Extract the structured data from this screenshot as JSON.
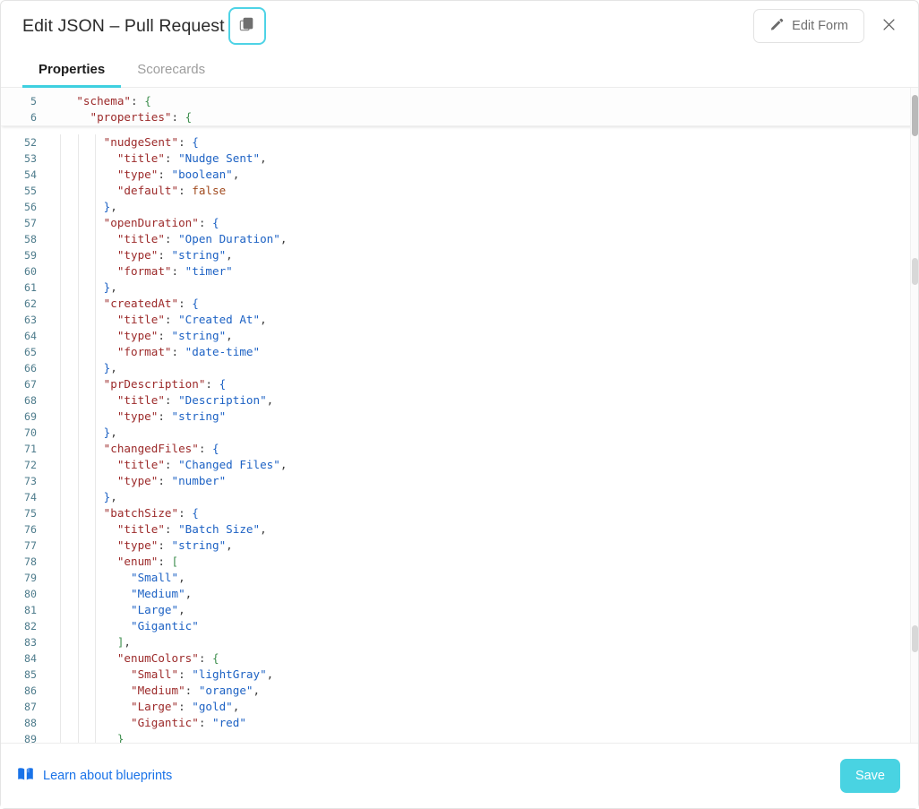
{
  "header": {
    "title": "Edit JSON – Pull Request",
    "copy_icon": "copy-icon",
    "edit_form_label": "Edit Form",
    "pencil_icon": "pencil-icon",
    "close_icon": "close-icon"
  },
  "tabs": [
    {
      "label": "Properties",
      "active": true
    },
    {
      "label": "Scorecards",
      "active": false
    }
  ],
  "editor": {
    "sticky_lines": [
      {
        "num": "5",
        "indent": 2,
        "tokens": [
          {
            "t": "\"schema\"",
            "c": "k"
          },
          {
            "t": ": ",
            "c": "p"
          },
          {
            "t": "{",
            "c": "gn"
          }
        ]
      },
      {
        "num": "6",
        "indent": 3,
        "tokens": [
          {
            "t": "\"properties\"",
            "c": "k"
          },
          {
            "t": ": ",
            "c": "p"
          },
          {
            "t": "{",
            "c": "gn"
          }
        ]
      }
    ],
    "lines": [
      {
        "num": "52",
        "indent": 4,
        "tokens": [
          {
            "t": "\"nudgeSent\"",
            "c": "k"
          },
          {
            "t": ": ",
            "c": "p"
          },
          {
            "t": "{",
            "c": "bl"
          }
        ]
      },
      {
        "num": "53",
        "indent": 5,
        "tokens": [
          {
            "t": "\"title\"",
            "c": "k"
          },
          {
            "t": ": ",
            "c": "p"
          },
          {
            "t": "\"Nudge Sent\"",
            "c": "s"
          },
          {
            "t": ",",
            "c": "p"
          }
        ]
      },
      {
        "num": "54",
        "indent": 5,
        "tokens": [
          {
            "t": "\"type\"",
            "c": "k"
          },
          {
            "t": ": ",
            "c": "p"
          },
          {
            "t": "\"boolean\"",
            "c": "s"
          },
          {
            "t": ",",
            "c": "p"
          }
        ]
      },
      {
        "num": "55",
        "indent": 5,
        "tokens": [
          {
            "t": "\"default\"",
            "c": "k"
          },
          {
            "t": ": ",
            "c": "p"
          },
          {
            "t": "false",
            "c": "lit"
          }
        ]
      },
      {
        "num": "56",
        "indent": 4,
        "tokens": [
          {
            "t": "}",
            "c": "bl"
          },
          {
            "t": ",",
            "c": "p"
          }
        ]
      },
      {
        "num": "57",
        "indent": 4,
        "tokens": [
          {
            "t": "\"openDuration\"",
            "c": "k"
          },
          {
            "t": ": ",
            "c": "p"
          },
          {
            "t": "{",
            "c": "bl"
          }
        ]
      },
      {
        "num": "58",
        "indent": 5,
        "tokens": [
          {
            "t": "\"title\"",
            "c": "k"
          },
          {
            "t": ": ",
            "c": "p"
          },
          {
            "t": "\"Open Duration\"",
            "c": "s"
          },
          {
            "t": ",",
            "c": "p"
          }
        ]
      },
      {
        "num": "59",
        "indent": 5,
        "tokens": [
          {
            "t": "\"type\"",
            "c": "k"
          },
          {
            "t": ": ",
            "c": "p"
          },
          {
            "t": "\"string\"",
            "c": "s"
          },
          {
            "t": ",",
            "c": "p"
          }
        ]
      },
      {
        "num": "60",
        "indent": 5,
        "tokens": [
          {
            "t": "\"format\"",
            "c": "k"
          },
          {
            "t": ": ",
            "c": "p"
          },
          {
            "t": "\"timer\"",
            "c": "s"
          }
        ]
      },
      {
        "num": "61",
        "indent": 4,
        "tokens": [
          {
            "t": "}",
            "c": "bl"
          },
          {
            "t": ",",
            "c": "p"
          }
        ]
      },
      {
        "num": "62",
        "indent": 4,
        "tokens": [
          {
            "t": "\"createdAt\"",
            "c": "k"
          },
          {
            "t": ": ",
            "c": "p"
          },
          {
            "t": "{",
            "c": "bl"
          }
        ]
      },
      {
        "num": "63",
        "indent": 5,
        "tokens": [
          {
            "t": "\"title\"",
            "c": "k"
          },
          {
            "t": ": ",
            "c": "p"
          },
          {
            "t": "\"Created At\"",
            "c": "s"
          },
          {
            "t": ",",
            "c": "p"
          }
        ]
      },
      {
        "num": "64",
        "indent": 5,
        "tokens": [
          {
            "t": "\"type\"",
            "c": "k"
          },
          {
            "t": ": ",
            "c": "p"
          },
          {
            "t": "\"string\"",
            "c": "s"
          },
          {
            "t": ",",
            "c": "p"
          }
        ]
      },
      {
        "num": "65",
        "indent": 5,
        "tokens": [
          {
            "t": "\"format\"",
            "c": "k"
          },
          {
            "t": ": ",
            "c": "p"
          },
          {
            "t": "\"date-time\"",
            "c": "s"
          }
        ]
      },
      {
        "num": "66",
        "indent": 4,
        "tokens": [
          {
            "t": "}",
            "c": "bl"
          },
          {
            "t": ",",
            "c": "p"
          }
        ]
      },
      {
        "num": "67",
        "indent": 4,
        "tokens": [
          {
            "t": "\"prDescription\"",
            "c": "k"
          },
          {
            "t": ": ",
            "c": "p"
          },
          {
            "t": "{",
            "c": "bl"
          }
        ]
      },
      {
        "num": "68",
        "indent": 5,
        "tokens": [
          {
            "t": "\"title\"",
            "c": "k"
          },
          {
            "t": ": ",
            "c": "p"
          },
          {
            "t": "\"Description\"",
            "c": "s"
          },
          {
            "t": ",",
            "c": "p"
          }
        ]
      },
      {
        "num": "69",
        "indent": 5,
        "tokens": [
          {
            "t": "\"type\"",
            "c": "k"
          },
          {
            "t": ": ",
            "c": "p"
          },
          {
            "t": "\"string\"",
            "c": "s"
          }
        ]
      },
      {
        "num": "70",
        "indent": 4,
        "tokens": [
          {
            "t": "}",
            "c": "bl"
          },
          {
            "t": ",",
            "c": "p"
          }
        ]
      },
      {
        "num": "71",
        "indent": 4,
        "tokens": [
          {
            "t": "\"changedFiles\"",
            "c": "k"
          },
          {
            "t": ": ",
            "c": "p"
          },
          {
            "t": "{",
            "c": "bl"
          }
        ]
      },
      {
        "num": "72",
        "indent": 5,
        "tokens": [
          {
            "t": "\"title\"",
            "c": "k"
          },
          {
            "t": ": ",
            "c": "p"
          },
          {
            "t": "\"Changed Files\"",
            "c": "s"
          },
          {
            "t": ",",
            "c": "p"
          }
        ]
      },
      {
        "num": "73",
        "indent": 5,
        "tokens": [
          {
            "t": "\"type\"",
            "c": "k"
          },
          {
            "t": ": ",
            "c": "p"
          },
          {
            "t": "\"number\"",
            "c": "s"
          }
        ]
      },
      {
        "num": "74",
        "indent": 4,
        "tokens": [
          {
            "t": "}",
            "c": "bl"
          },
          {
            "t": ",",
            "c": "p"
          }
        ]
      },
      {
        "num": "75",
        "indent": 4,
        "tokens": [
          {
            "t": "\"batchSize\"",
            "c": "k"
          },
          {
            "t": ": ",
            "c": "p"
          },
          {
            "t": "{",
            "c": "bl"
          }
        ]
      },
      {
        "num": "76",
        "indent": 5,
        "tokens": [
          {
            "t": "\"title\"",
            "c": "k"
          },
          {
            "t": ": ",
            "c": "p"
          },
          {
            "t": "\"Batch Size\"",
            "c": "s"
          },
          {
            "t": ",",
            "c": "p"
          }
        ]
      },
      {
        "num": "77",
        "indent": 5,
        "tokens": [
          {
            "t": "\"type\"",
            "c": "k"
          },
          {
            "t": ": ",
            "c": "p"
          },
          {
            "t": "\"string\"",
            "c": "s"
          },
          {
            "t": ",",
            "c": "p"
          }
        ]
      },
      {
        "num": "78",
        "indent": 5,
        "tokens": [
          {
            "t": "\"enum\"",
            "c": "k"
          },
          {
            "t": ": ",
            "c": "p"
          },
          {
            "t": "[",
            "c": "gn"
          }
        ]
      },
      {
        "num": "79",
        "indent": 6,
        "tokens": [
          {
            "t": "\"Small\"",
            "c": "s"
          },
          {
            "t": ",",
            "c": "p"
          }
        ]
      },
      {
        "num": "80",
        "indent": 6,
        "tokens": [
          {
            "t": "\"Medium\"",
            "c": "s"
          },
          {
            "t": ",",
            "c": "p"
          }
        ]
      },
      {
        "num": "81",
        "indent": 6,
        "tokens": [
          {
            "t": "\"Large\"",
            "c": "s"
          },
          {
            "t": ",",
            "c": "p"
          }
        ]
      },
      {
        "num": "82",
        "indent": 6,
        "tokens": [
          {
            "t": "\"Gigantic\"",
            "c": "s"
          }
        ]
      },
      {
        "num": "83",
        "indent": 5,
        "tokens": [
          {
            "t": "]",
            "c": "gn"
          },
          {
            "t": ",",
            "c": "p"
          }
        ]
      },
      {
        "num": "84",
        "indent": 5,
        "tokens": [
          {
            "t": "\"enumColors\"",
            "c": "k"
          },
          {
            "t": ": ",
            "c": "p"
          },
          {
            "t": "{",
            "c": "gn"
          }
        ]
      },
      {
        "num": "85",
        "indent": 6,
        "tokens": [
          {
            "t": "\"Small\"",
            "c": "k"
          },
          {
            "t": ": ",
            "c": "p"
          },
          {
            "t": "\"lightGray\"",
            "c": "s"
          },
          {
            "t": ",",
            "c": "p"
          }
        ]
      },
      {
        "num": "86",
        "indent": 6,
        "tokens": [
          {
            "t": "\"Medium\"",
            "c": "k"
          },
          {
            "t": ": ",
            "c": "p"
          },
          {
            "t": "\"orange\"",
            "c": "s"
          },
          {
            "t": ",",
            "c": "p"
          }
        ]
      },
      {
        "num": "87",
        "indent": 6,
        "tokens": [
          {
            "t": "\"Large\"",
            "c": "k"
          },
          {
            "t": ": ",
            "c": "p"
          },
          {
            "t": "\"gold\"",
            "c": "s"
          },
          {
            "t": ",",
            "c": "p"
          }
        ]
      },
      {
        "num": "88",
        "indent": 6,
        "tokens": [
          {
            "t": "\"Gigantic\"",
            "c": "k"
          },
          {
            "t": ": ",
            "c": "p"
          },
          {
            "t": "\"red\"",
            "c": "s"
          }
        ]
      },
      {
        "num": "89",
        "indent": 5,
        "tokens": [
          {
            "t": "}",
            "c": "gn"
          }
        ]
      }
    ]
  },
  "footer": {
    "blueprint_icon": "book-icon",
    "blueprint_label": "Learn about blueprints",
    "save_label": "Save"
  },
  "colors": {
    "accent": "#3fd0e0",
    "save_bg": "#49d3e2",
    "link": "#1a73e8",
    "json_key": "#9c2a2a",
    "json_string": "#1d62c4",
    "json_brace_green": "#3f8f4f",
    "json_brace_blue": "#1d62c4",
    "json_literal": "#a04a1e",
    "line_number": "#4e7c8c"
  }
}
